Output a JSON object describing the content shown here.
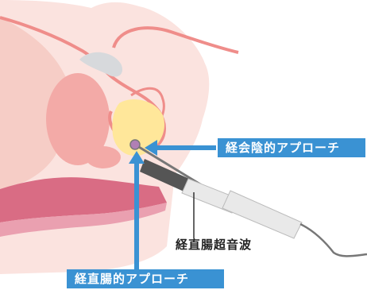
{
  "labels": {
    "transperineal": "経会陰的アプローチ",
    "transrectal": "経直腸的アプローチ",
    "probe": "経直腸超音波"
  },
  "colors": {
    "skin": "#fbe3df",
    "skin_dark": "#f6cdc6",
    "pubic_bone": "#f3aaa7",
    "vessel_line": "#ef8d8a",
    "rectum": "#d96c84",
    "rectum_wall": "#eaa0b0",
    "prostate": "#ffe79a",
    "bladder_grey": "#d7d9dc",
    "arrow_blue": "#3a92d3",
    "probe_dark": "#555555",
    "probe_light": "#e9e9e9"
  },
  "icons": [
    "needle-icon",
    "probe-icon",
    "arrow-icon"
  ]
}
